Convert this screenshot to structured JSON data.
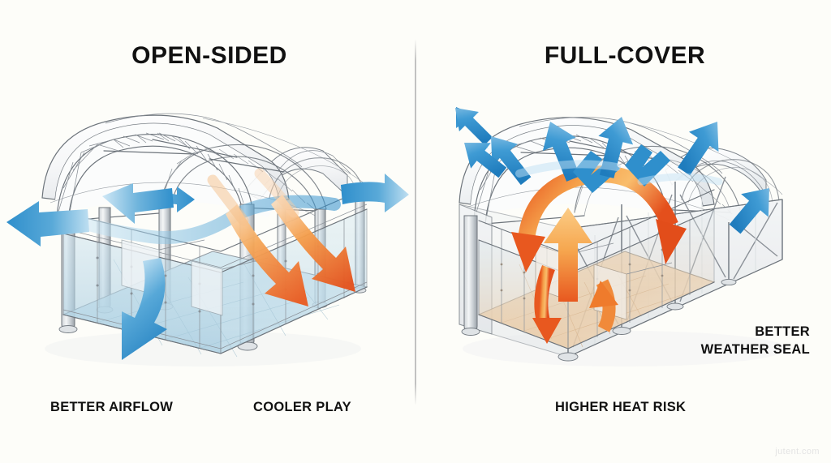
{
  "page": {
    "background_color": "#fdfdf9",
    "watermark": "jutent.com"
  },
  "divider": {
    "color": "#bebebe"
  },
  "panels": [
    {
      "id": "open-sided",
      "title": "OPEN-SIDED",
      "captions": [
        "BETTER AIRFLOW",
        "COOLER PLAY"
      ],
      "airflow_color": "#2e8ecb",
      "heat_color": "#ef7024",
      "structure": "arched truss canopy with open glass-railed sides"
    },
    {
      "id": "full-cover",
      "title": "FULL-COVER",
      "captions": [
        "HIGHER HEAT RISK",
        "BETTER",
        "WEATHER SEAL"
      ],
      "airflow_color": "#2e8ecb",
      "heat_color": "#ef7024",
      "structure": "fully enclosed fabric dome with X-braced side walls"
    }
  ],
  "titles": {
    "left": "OPEN-SIDED",
    "right": "FULL-COVER"
  },
  "captions": {
    "better_airflow": "BETTER AIRFLOW",
    "cooler_play": "COOLER PLAY",
    "higher_heat_risk": "HIGHER HEAT RISK",
    "better_weather_seal_line1": "BETTER",
    "better_weather_seal_line2": "WEATHER SEAL"
  },
  "colors": {
    "blue_arrow": "#2e8ecb",
    "blue_arrow_light": "#a9d6ef",
    "orange_arrow": "#ef6f24",
    "orange_arrow_light": "#f8b35c",
    "frame": "#6d747b",
    "glass_tint_cool": "#b9d8e6",
    "glass_tint_warm": "#e9c49b",
    "canopy": "#f7f8f9"
  }
}
